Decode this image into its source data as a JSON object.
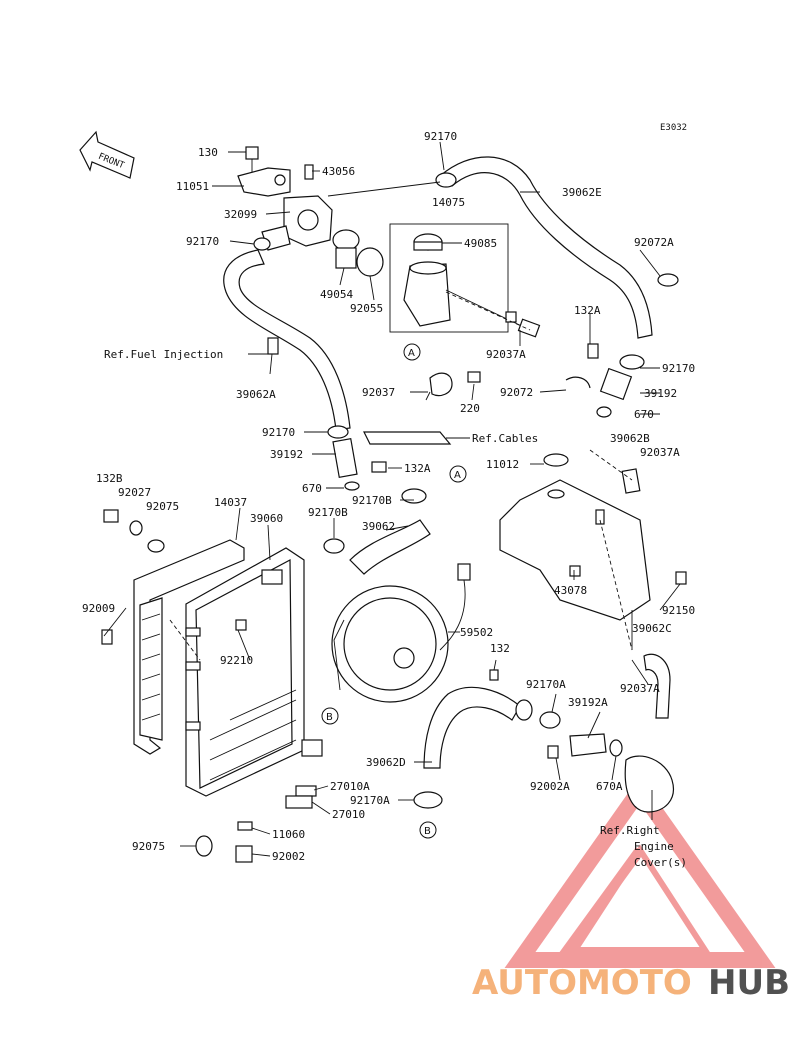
{
  "diagram": {
    "code": "E3032",
    "front_label": "FRONT",
    "parts": [
      {
        "id": "p-130",
        "text": "130"
      },
      {
        "id": "p-43056",
        "text": "43056"
      },
      {
        "id": "p-11051",
        "text": "11051"
      },
      {
        "id": "p-32099",
        "text": "32099"
      },
      {
        "id": "p-92170-a",
        "text": "92170"
      },
      {
        "id": "p-92170-top",
        "text": "92170"
      },
      {
        "id": "p-14075",
        "text": "14075"
      },
      {
        "id": "p-39062e",
        "text": "39062E"
      },
      {
        "id": "p-49085",
        "text": "49085"
      },
      {
        "id": "p-92072a",
        "text": "92072A"
      },
      {
        "id": "p-49054",
        "text": "49054"
      },
      {
        "id": "p-92055",
        "text": "92055"
      },
      {
        "id": "p-132a-top",
        "text": "132A"
      },
      {
        "id": "p-92037a-mid",
        "text": "92037A"
      },
      {
        "id": "p-92170-right",
        "text": "92170"
      },
      {
        "id": "p-39062a",
        "text": "39062A"
      },
      {
        "id": "p-92037",
        "text": "92037"
      },
      {
        "id": "p-92072",
        "text": "92072"
      },
      {
        "id": "p-39192-right",
        "text": "39192"
      },
      {
        "id": "p-220",
        "text": "220"
      },
      {
        "id": "p-670-right",
        "text": "670"
      },
      {
        "id": "p-92170-left",
        "text": "92170"
      },
      {
        "id": "p-39062b",
        "text": "39062B"
      },
      {
        "id": "p-39192-left",
        "text": "39192"
      },
      {
        "id": "p-92037a-right",
        "text": "92037A"
      },
      {
        "id": "p-132a-mid",
        "text": "132A"
      },
      {
        "id": "p-11012",
        "text": "11012"
      },
      {
        "id": "p-670-left",
        "text": "670"
      },
      {
        "id": "p-92170b-a",
        "text": "92170B"
      },
      {
        "id": "p-132b",
        "text": "132B"
      },
      {
        "id": "p-92027",
        "text": "92027"
      },
      {
        "id": "p-14037",
        "text": "14037"
      },
      {
        "id": "p-92075-top",
        "text": "92075"
      },
      {
        "id": "p-39060",
        "text": "39060"
      },
      {
        "id": "p-92170b-b",
        "text": "92170B"
      },
      {
        "id": "p-39062",
        "text": "39062"
      },
      {
        "id": "p-92009",
        "text": "92009"
      },
      {
        "id": "p-43078",
        "text": "43078"
      },
      {
        "id": "p-92150",
        "text": "92150"
      },
      {
        "id": "p-59502",
        "text": "59502"
      },
      {
        "id": "p-39062c",
        "text": "39062C"
      },
      {
        "id": "p-92210",
        "text": "92210"
      },
      {
        "id": "p-132",
        "text": "132"
      },
      {
        "id": "p-92037a-low",
        "text": "92037A"
      },
      {
        "id": "p-92170a",
        "text": "92170A"
      },
      {
        "id": "p-39192a",
        "text": "39192A"
      },
      {
        "id": "p-39062d",
        "text": "39062D"
      },
      {
        "id": "p-27010a",
        "text": "27010A"
      },
      {
        "id": "p-92002a",
        "text": "92002A"
      },
      {
        "id": "p-670a",
        "text": "670A"
      },
      {
        "id": "p-27010",
        "text": "27010"
      },
      {
        "id": "p-92170a-low",
        "text": "92170A"
      },
      {
        "id": "p-11060",
        "text": "11060"
      },
      {
        "id": "p-92075-low",
        "text": "92075"
      },
      {
        "id": "p-92002",
        "text": "92002"
      }
    ],
    "refs": {
      "fuel_injection": "Ref.Fuel Injection",
      "cables": "Ref.Cables",
      "right_engine_cover_1": "Ref.Right",
      "right_engine_cover_2": "Engine",
      "right_engine_cover_3": "Cover(s)"
    },
    "connectors": {
      "a": "A",
      "b": "B"
    }
  },
  "watermark": {
    "part1": "AUTOMOTO",
    "part2": "HUB",
    "color1": "#f5b27a",
    "color2": "#333333",
    "logo_color": "#e63a3a"
  }
}
